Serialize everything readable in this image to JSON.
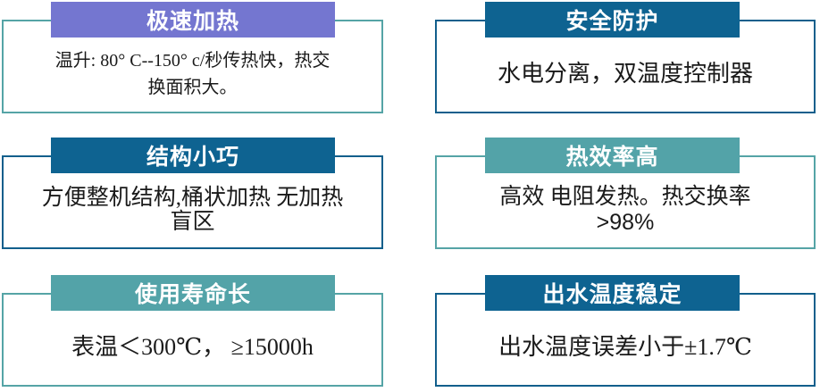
{
  "colors": {
    "header_purple": "#7476d0",
    "header_dark_blue": "#0e6391",
    "header_teal": "#53a3a8",
    "border_teal": "#55a4a6",
    "border_dark_blue": "#125f8c",
    "body_text": "#1a1a1a",
    "background": "#ffffff"
  },
  "cards": [
    {
      "title": "极速加热",
      "lines": [
        "温升: 80° C--150° c/秒传热快，热交",
        "换面积大。"
      ],
      "header_color": "#7476d0",
      "border_color": "#55a4a6"
    },
    {
      "title": "安全防护",
      "lines": [
        "水电分离，双温度控制器"
      ],
      "header_color": "#0e6391",
      "border_color": "#125f8c"
    },
    {
      "title": "结构小巧",
      "lines": [
        "方便整机结构,桶状加热 无加热",
        "盲区"
      ],
      "header_color": "#0e6391",
      "border_color": "#125f8c"
    },
    {
      "title": "热效率高",
      "lines": [
        "高效 电阻发热。热交换率",
        ">98%"
      ],
      "header_color": "#53a3a8",
      "border_color": "#55a4a6"
    },
    {
      "title": "使用寿命长",
      "lines": [
        "表温＜300℃， ≥15000h"
      ],
      "header_color": "#53a3a8",
      "border_color": "#55a4a6"
    },
    {
      "title": "出水温度稳定",
      "lines": [
        "出水温度误差小于±1.7℃"
      ],
      "header_color": "#0e6391",
      "border_color": "#125f8c"
    }
  ]
}
